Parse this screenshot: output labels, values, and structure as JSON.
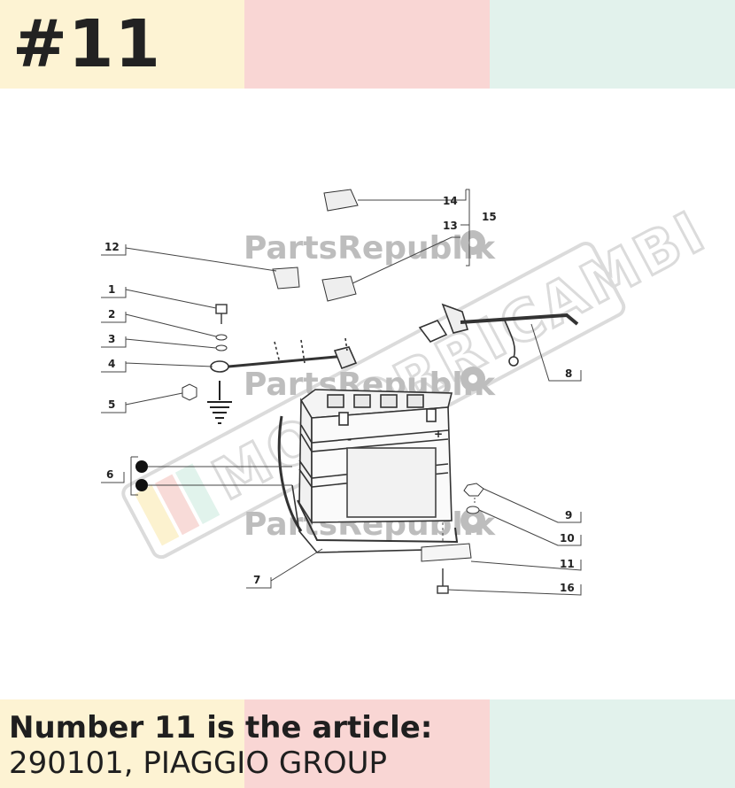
{
  "header": {
    "number": "#11"
  },
  "footer": {
    "line1": "Number 11 is the article:",
    "line2": "290101, PIAGGIO GROUP"
  },
  "colors": {
    "band1": "#fdf3d3",
    "band2": "#f9d6d4",
    "band3": "#e2f2ec"
  },
  "diagram": {
    "callouts": [
      "1",
      "2",
      "3",
      "4",
      "5",
      "6",
      "7",
      "8",
      "9",
      "10",
      "11",
      "12",
      "13",
      "14",
      "15",
      "16"
    ],
    "battery_plus": "+",
    "battery_minus": "-"
  },
  "watermark": {
    "text": "PartsRepublik",
    "logo_text": "MOTORRICAMBI"
  }
}
